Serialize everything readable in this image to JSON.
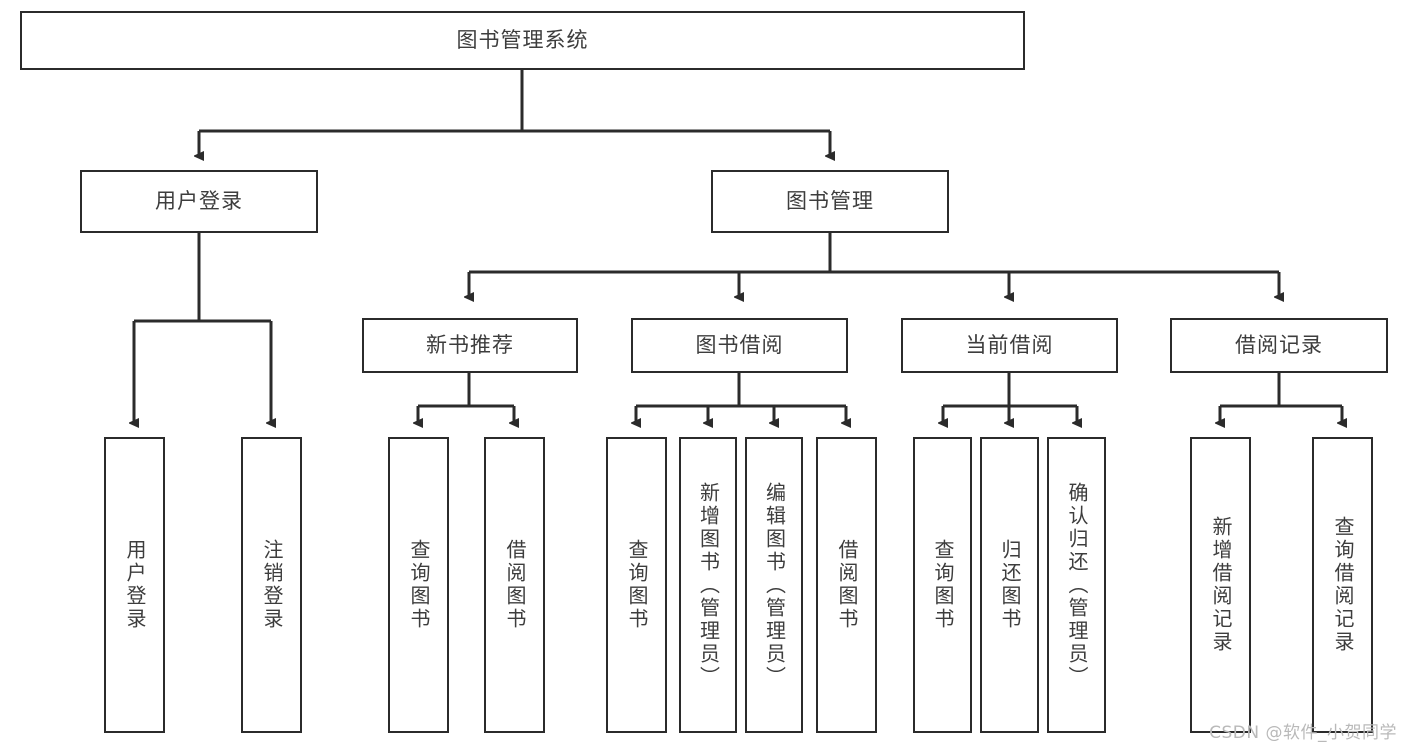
{
  "diagram": {
    "title": "图书管理系统",
    "type": "tree-hierarchy-diagram",
    "watermark": "CSDN @软件_小贺同学",
    "colors": {
      "box_border": "#2b2b2b",
      "box_fill": "#ffffff",
      "connector": "#2b2b2b",
      "text": "#3d3d3d",
      "watermark": "#b9b9b9",
      "background": "#ffffff"
    },
    "root": {
      "label": "图书管理系统"
    },
    "level2": [
      {
        "label": "用户登录"
      },
      {
        "label": "图书管理"
      }
    ],
    "level3": [
      {
        "label": "新书推荐"
      },
      {
        "label": "图书借阅"
      },
      {
        "label": "当前借阅"
      },
      {
        "label": "借阅记录"
      }
    ],
    "leaves": {
      "user_login": [
        {
          "label": "用户登录"
        },
        {
          "label": "注销登录"
        }
      ],
      "new_book_recommend": [
        {
          "label": "查询图书"
        },
        {
          "label": "借阅图书"
        }
      ],
      "book_borrow": [
        {
          "label": "查询图书"
        },
        {
          "label": "新增图书（管理员）"
        },
        {
          "label": "编辑图书（管理员）"
        },
        {
          "label": "借阅图书"
        }
      ],
      "current_borrow": [
        {
          "label": "查询图书"
        },
        {
          "label": "归还图书"
        },
        {
          "label": "确认归还（管理员）"
        }
      ],
      "borrow_record": [
        {
          "label": "新增借阅记录"
        },
        {
          "label": "查询借阅记录"
        }
      ]
    }
  }
}
